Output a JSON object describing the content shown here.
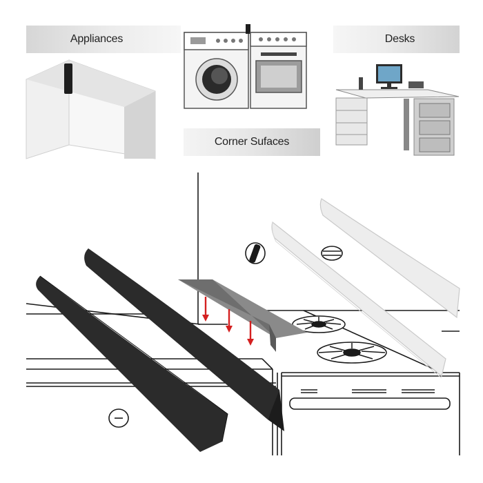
{
  "labels": {
    "appliances": "Appliances",
    "desks": "Desks",
    "corner_surfaces": "Corner Sufaces"
  },
  "colors": {
    "strip_black": "#2b2b2b",
    "strip_white": "#eeeeee",
    "strip_gray": "#7a7a7a",
    "arrow_red": "#d42020",
    "line": "#1a1a1a"
  }
}
